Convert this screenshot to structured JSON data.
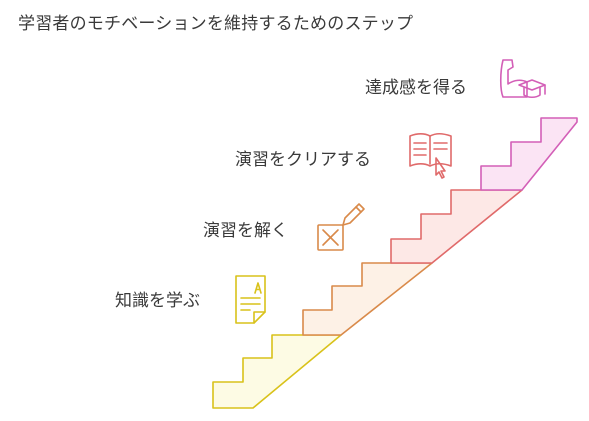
{
  "title": "学習者のモチベーションを維持するためのステップ",
  "stages": [
    {
      "label": "知識を学ぶ",
      "icon": "document-icon",
      "color": "#d9c21a",
      "fill": "#fdfbe4"
    },
    {
      "label": "演習を解く",
      "icon": "pencil-box-icon",
      "color": "#d98a4a",
      "fill": "#fdf1e6"
    },
    {
      "label": "演習をクリアする",
      "icon": "book-pointer-icon",
      "color": "#e06a6a",
      "fill": "#fde8e6"
    },
    {
      "label": "達成感を得る",
      "icon": "flexed-arm-graduation-icon",
      "color": "#d35fb7",
      "fill": "#fbe4f4"
    }
  ]
}
